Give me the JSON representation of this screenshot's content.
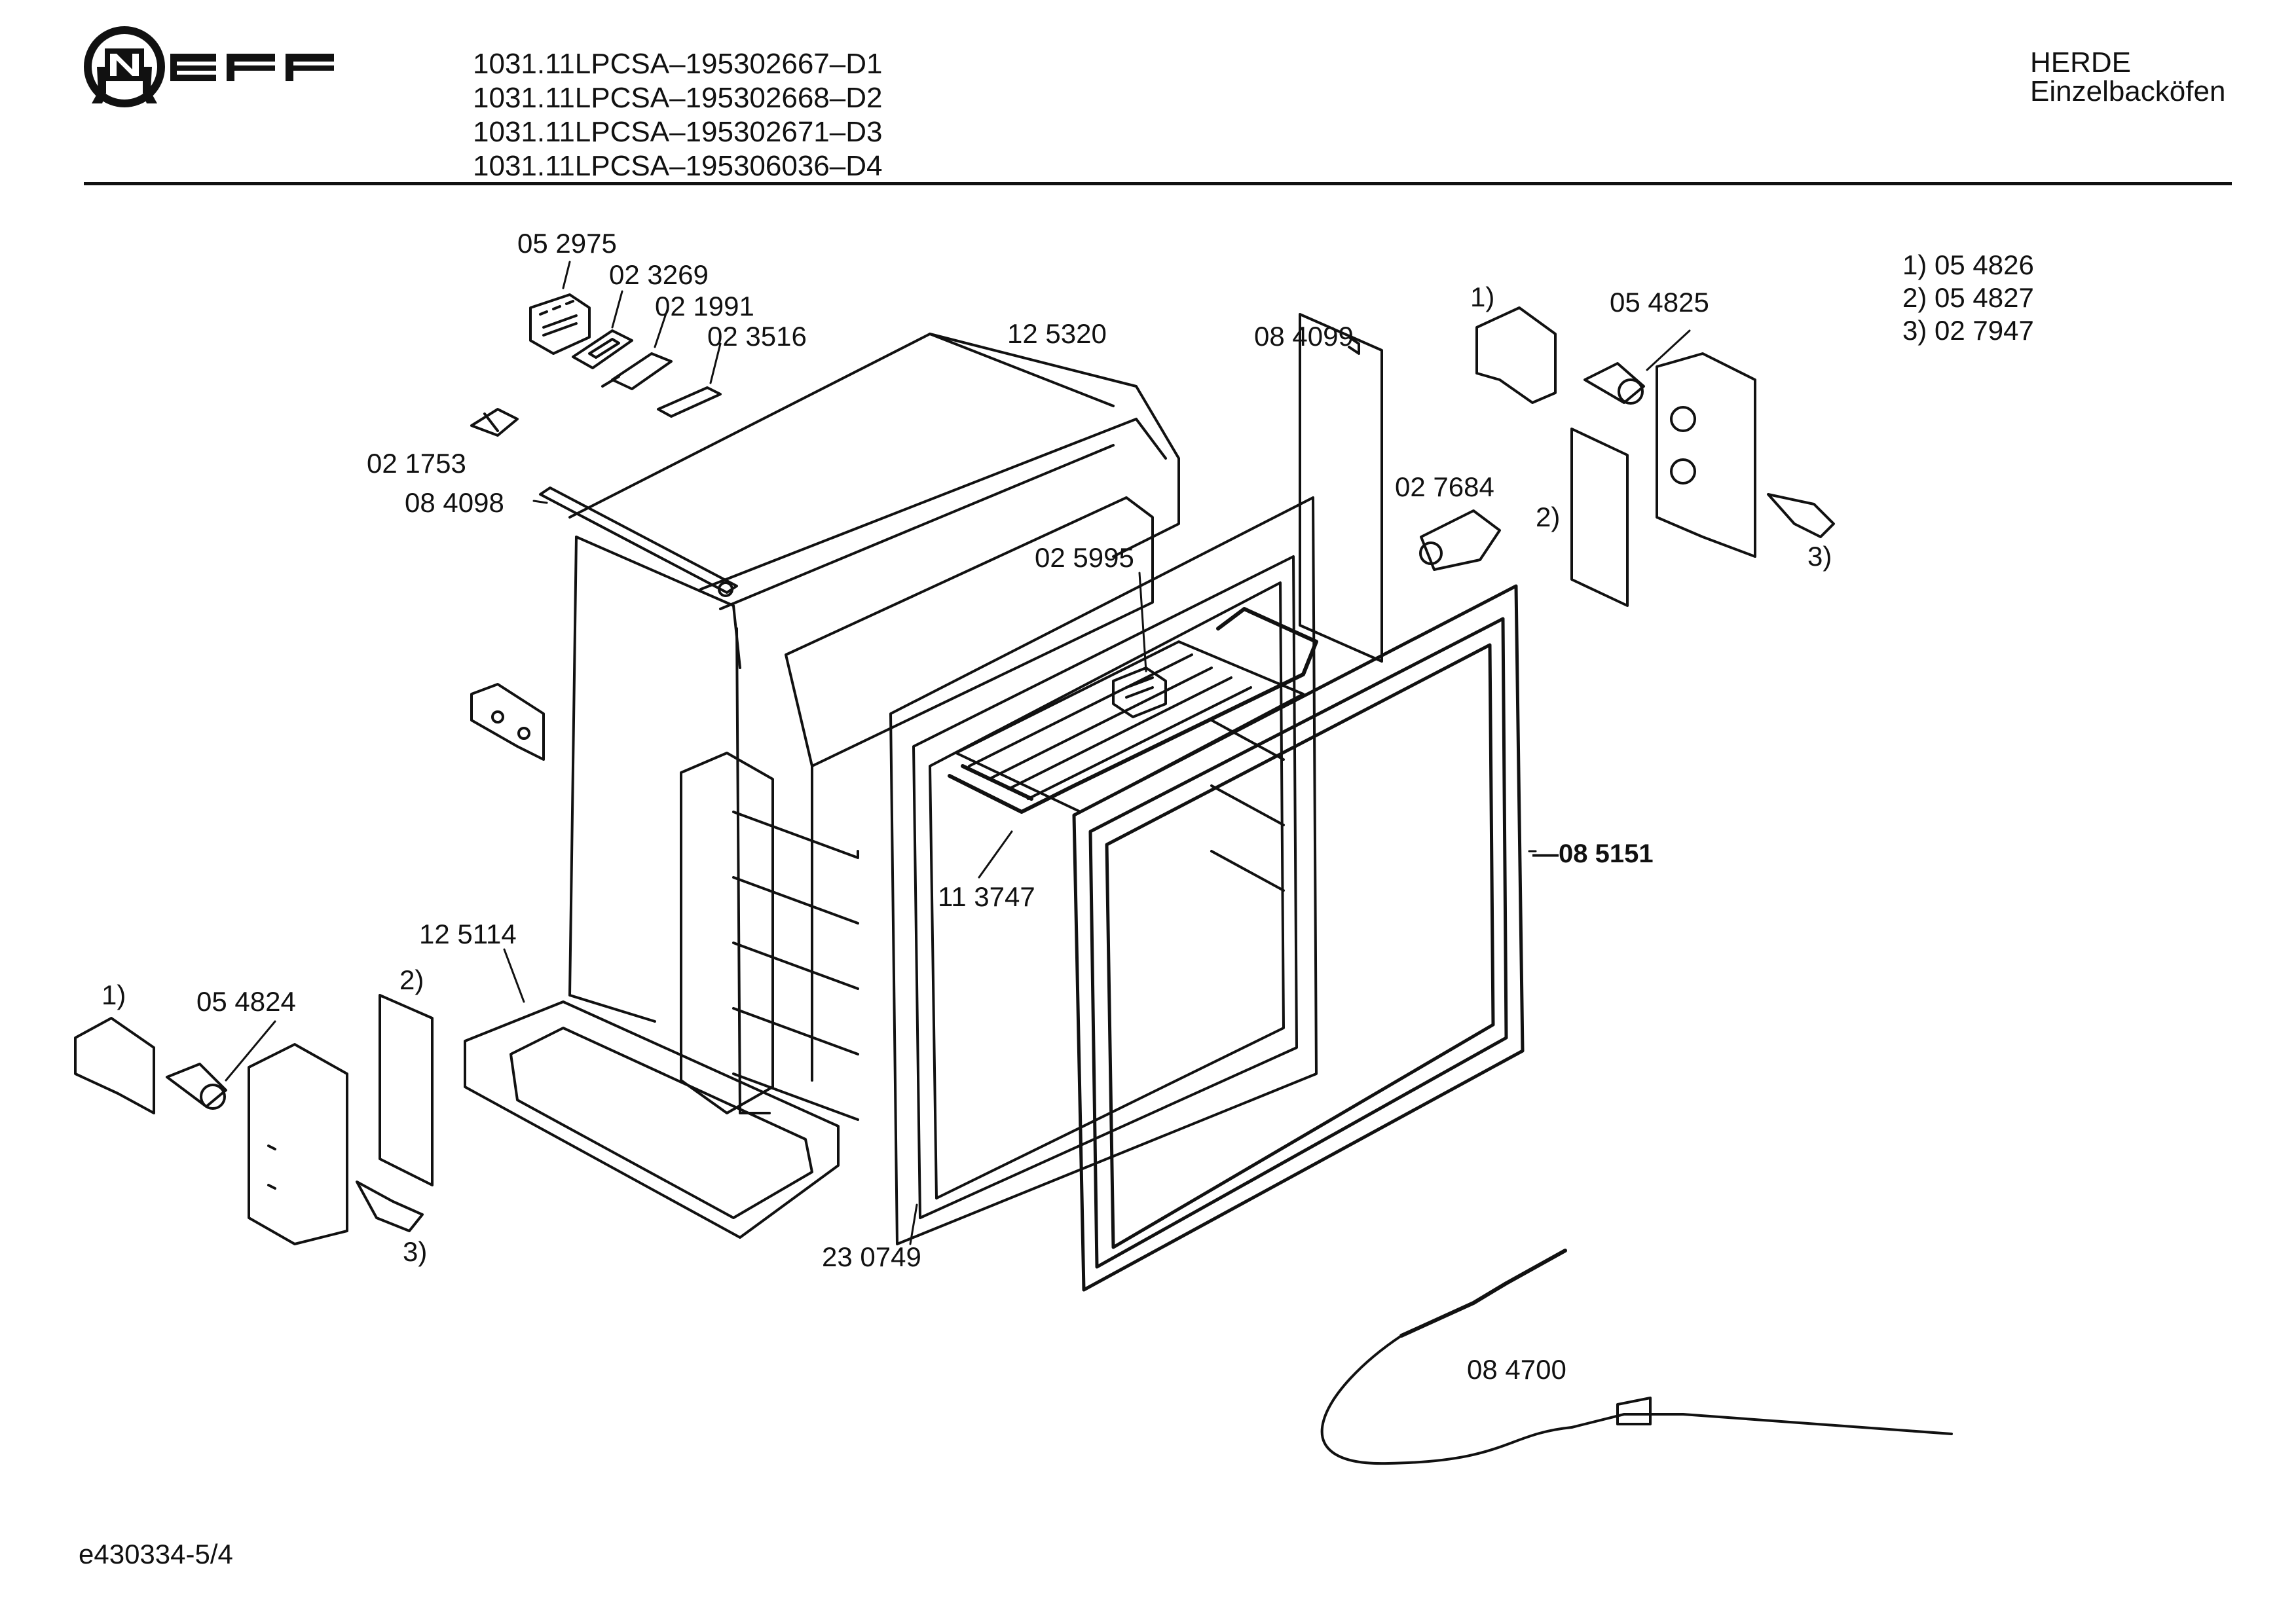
{
  "header": {
    "brand": "NEFF",
    "models": [
      "1031.11LPCSA–195302667–D1",
      "1031.11LPCSA–195302668–D2",
      "1031.11LPCSA–195302671–D3",
      "1031.11LPCSA–195306036–D4"
    ],
    "category_line1": "HERDE",
    "category_line2": "Einzelbacköfen"
  },
  "legend": [
    "1) 05 4826",
    "2) 05 4827",
    "3) 02 7947"
  ],
  "labels": {
    "p052975": "05 2975",
    "p023269": "02 3269",
    "p021991": "02 1991",
    "p023516": "02 3516",
    "p021753": "02 1753",
    "p084098": "08 4098",
    "p125320": "12 5320",
    "p084099": "08 4099",
    "p027684": "02 7684",
    "p025995": "02 5995",
    "p054825": "05 4825",
    "ref1_right": "1)",
    "ref2_right": "2)",
    "ref3_right": "3)",
    "p085151": "08 5151",
    "p113747": "11 3747",
    "p125114": "12 5114",
    "ref1_left": "1)",
    "p054824": "05 4824",
    "ref2_left": "2)",
    "ref3_left": "3)",
    "p230749": "23 0749",
    "p084700": "08 4700"
  },
  "footer": {
    "drawing_code": "e430334-5/4"
  }
}
